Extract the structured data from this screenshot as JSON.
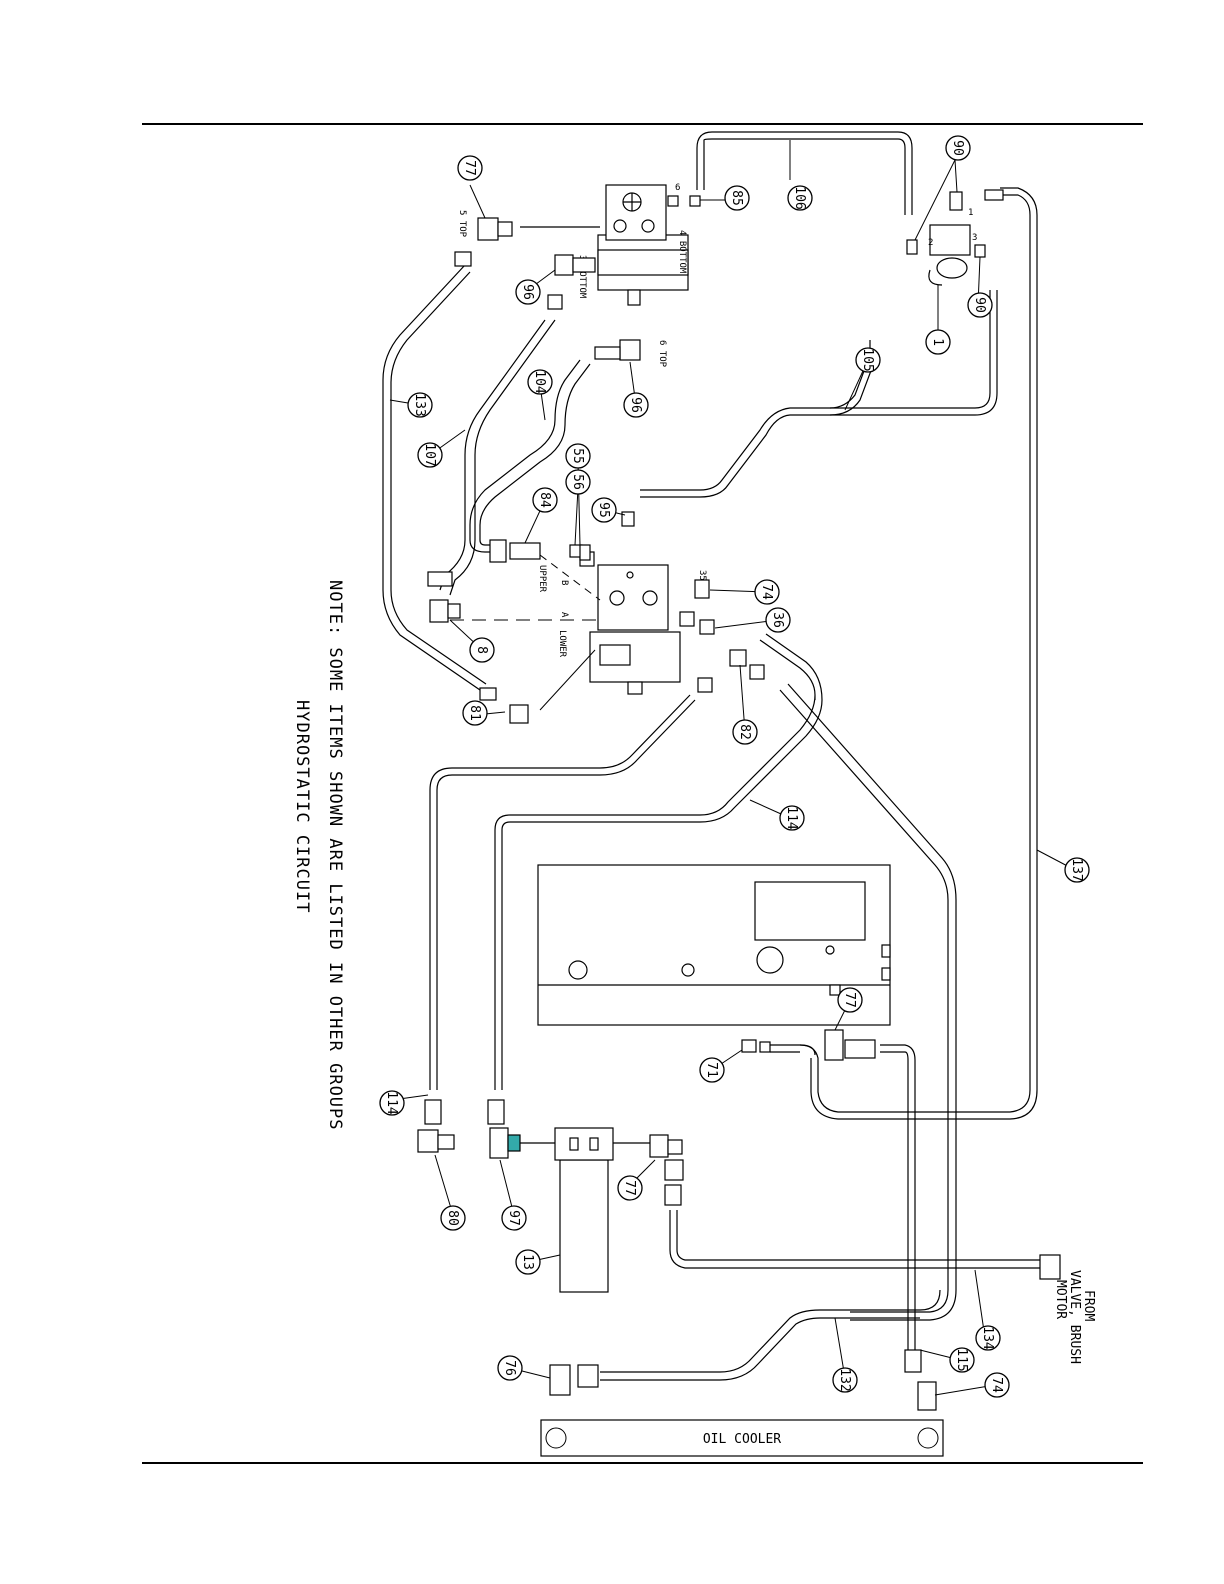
{
  "note": {
    "line1": "NOTE: SOME ITEMS SHOWN ARE LISTED IN OTHER GROUPS",
    "line2": "HYDROSTATIC CIRCUIT"
  },
  "labels": {
    "oil_cooler": "OIL COOLER",
    "from_line1": "FROM",
    "from_line2": "VALVE, BRUSH",
    "from_line3": "MOTOR",
    "port_5_top": "5 TOP",
    "port_4_bottom": "4 BOTTOM",
    "port_3_bottom": "3 BOTTOM",
    "port_6_top": "6 TOP",
    "port_upper": "UPPER",
    "port_lower": "LOWER",
    "port_b": "B",
    "port_a": "A",
    "port_1": "1",
    "port_2": "2",
    "port_3": "3",
    "port_35": "35",
    "port_6": "6"
  },
  "callouts": [
    {
      "id": "c77a",
      "text": "77"
    },
    {
      "id": "c85",
      "text": "85"
    },
    {
      "id": "c106",
      "text": "106"
    },
    {
      "id": "c90a",
      "text": "90"
    },
    {
      "id": "c90b",
      "text": "90"
    },
    {
      "id": "c1",
      "text": "1"
    },
    {
      "id": "c96",
      "text": "96"
    },
    {
      "id": "c96b",
      "text": "96"
    },
    {
      "id": "c105",
      "text": "105"
    },
    {
      "id": "c133a",
      "text": "133"
    },
    {
      "id": "c104",
      "text": "104"
    },
    {
      "id": "c107",
      "text": "107"
    },
    {
      "id": "c55",
      "text": "55"
    },
    {
      "id": "c56",
      "text": "56"
    },
    {
      "id": "c84",
      "text": "84"
    },
    {
      "id": "c95",
      "text": "95"
    },
    {
      "id": "c74a",
      "text": "74"
    },
    {
      "id": "c36",
      "text": "36"
    },
    {
      "id": "c8",
      "text": "8"
    },
    {
      "id": "c81",
      "text": "81"
    },
    {
      "id": "c82",
      "text": "82"
    },
    {
      "id": "c114a",
      "text": "114"
    },
    {
      "id": "c137",
      "text": "137"
    },
    {
      "id": "c77b",
      "text": "77"
    },
    {
      "id": "c71",
      "text": "71"
    },
    {
      "id": "c114b",
      "text": "114"
    },
    {
      "id": "c80",
      "text": "80"
    },
    {
      "id": "c97",
      "text": "97"
    },
    {
      "id": "c77c",
      "text": "77"
    },
    {
      "id": "c13",
      "text": "13"
    },
    {
      "id": "c76",
      "text": "76"
    },
    {
      "id": "c132",
      "text": "132"
    },
    {
      "id": "c115",
      "text": "115"
    },
    {
      "id": "c134",
      "text": "134"
    },
    {
      "id": "c74b",
      "text": "74"
    }
  ]
}
